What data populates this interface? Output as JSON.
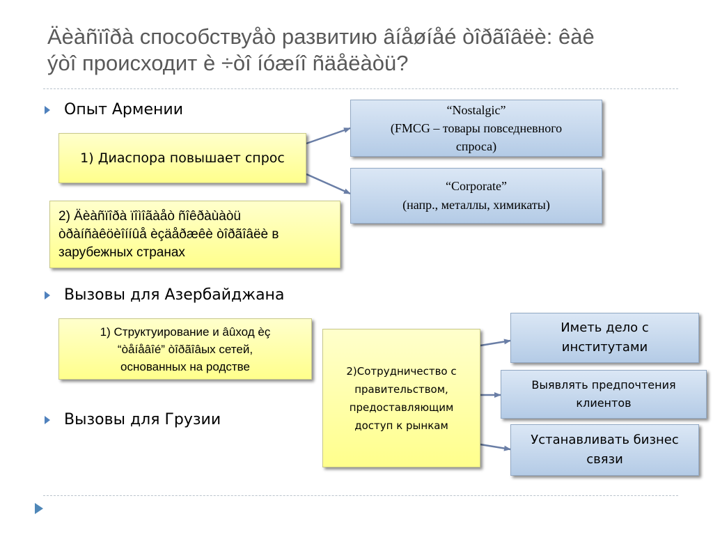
{
  "title": {
    "line1": "Äèàñïîðà способствуåò развитию âíåøíåé òîðãîâëè: êàê",
    "line2": "ýòî происходит è ÷òî íóæíî ñäåëàòü?"
  },
  "bullets": [
    "Опыт Армении",
    "Вызовы для Азербайджана",
    "Вызовы для Грузии"
  ],
  "armenia": {
    "box1": "1) Диаспора повышает спрос",
    "box2": {
      "line1": "2) Äèàñïîðà  ïîìîãàåò ñîêðàùàòü",
      "line2": "òðàíñàêöèîííûå  èçäåðæêè òîðãîâëè в",
      "line3": "зарубежных странах"
    },
    "nostalgic": {
      "line1": "“Nostalgic”",
      "line2": "(FMCG – товары повседневного",
      "line3": "спроса)"
    },
    "corporate": {
      "line1": "“Corporate”",
      "line2": "(напр., металлы, химикаты)"
    }
  },
  "azerbaijan": {
    "box1": {
      "line1": "1) Структуирование и âûход èç",
      "line2": "“òåíåâîé” òîðãîâых сетей,",
      "line3": "основанных на родстве"
    },
    "box2": {
      "line1": "2)Сотрудничество с",
      "line2": "правительством,",
      "line3": "предоставляющим",
      "line4": "доступ к рынкам"
    },
    "actions": [
      {
        "line1": "Иметь дело с",
        "line2": "институтами"
      },
      {
        "line1": "Выявлять предпочтения",
        "line2": "клиентов"
      },
      {
        "line1": "Устанавливать бизнес",
        "line2": "связи"
      }
    ]
  },
  "colors": {
    "title": "#595959",
    "bullet": "#4f81bd",
    "arrow": "#6a7ea6",
    "yellow_box": "#ffffa8",
    "blue_box": "#c5d8ee"
  }
}
